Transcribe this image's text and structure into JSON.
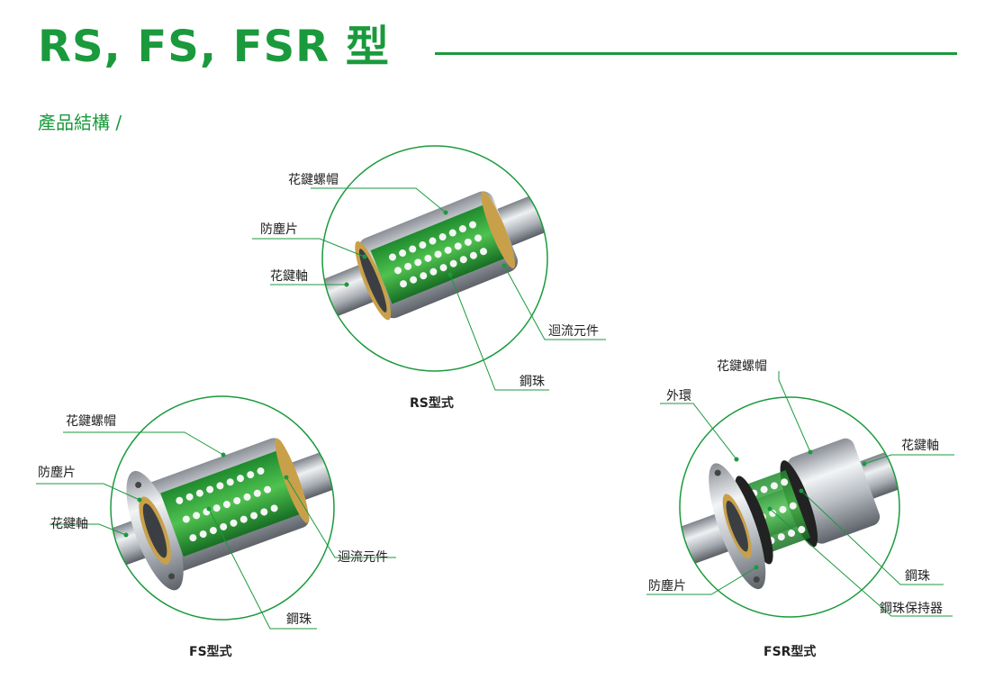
{
  "header": {
    "title": "RS, FS, FSR 型",
    "subtitle": "產品結構 /"
  },
  "accent_color": "#1a9a3c",
  "rs": {
    "caption": "RS型式",
    "labels": {
      "nut": "花鍵螺帽",
      "seal": "防塵片",
      "shaft": "花鍵軸",
      "recirc": "迴流元件",
      "ball": "鋼珠"
    }
  },
  "fs": {
    "caption": "FS型式",
    "labels": {
      "nut": "花鍵螺帽",
      "seal": "防塵片",
      "shaft": "花鍵軸",
      "recirc": "迴流元件",
      "ball": "鋼珠"
    }
  },
  "fsr": {
    "caption": "FSR型式",
    "labels": {
      "nut": "花鍵螺帽",
      "outer": "外環",
      "shaft": "花鍵軸",
      "seal": "防塵片",
      "ball": "鋼珠",
      "retainer": "鋼珠保持器"
    }
  }
}
